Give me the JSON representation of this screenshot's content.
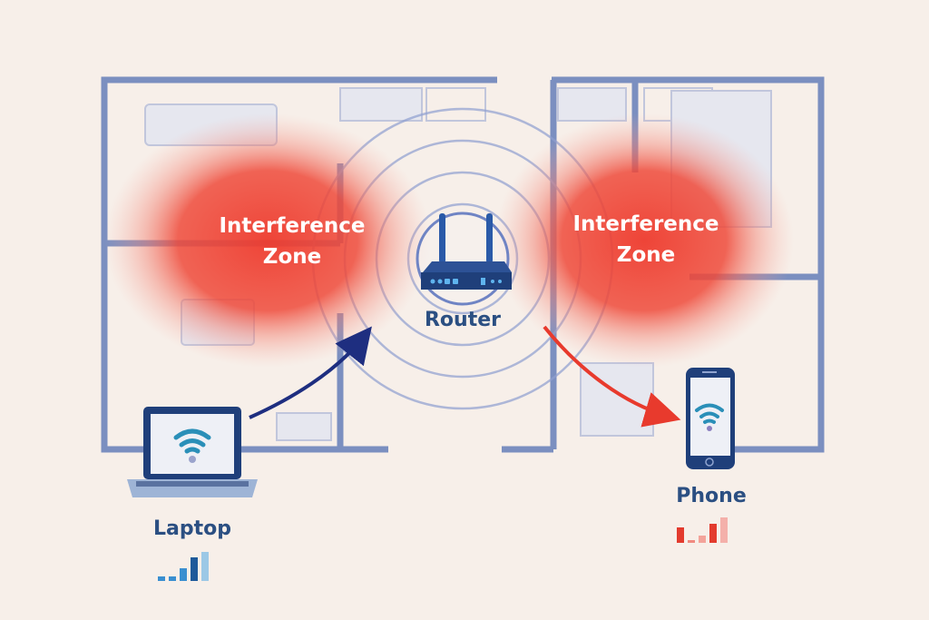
{
  "diagram": {
    "zones": [
      {
        "label_line1": "Interference",
        "label_line2": "Zone"
      },
      {
        "label_line1": "Interference",
        "label_line2": "Zone"
      }
    ],
    "router": {
      "label": "Router"
    },
    "laptop": {
      "label": "Laptop",
      "signal_bars": [
        0.15,
        0.15,
        0.45,
        0.8,
        1.0
      ]
    },
    "phone": {
      "label": "Phone",
      "signal_bars": [
        0.6,
        0.1,
        0.3,
        0.75,
        1.0
      ]
    }
  },
  "colors": {
    "background": "#f7efe9",
    "wall": "#7b8fc0",
    "interference": "#ee3b2e",
    "router_body": "#1f3f7a",
    "good_arrow": "#1e2e80",
    "bad_arrow": "#e83a2d",
    "wifi_icon": "#2a8fb8",
    "laptop_bar_colors": [
      "#3a8fd0",
      "#3a8fd0",
      "#3a8fd0",
      "#1e5a9a",
      "#9cc8e6"
    ],
    "phone_bar_colors": [
      "#e33b2e",
      "#f08a80",
      "#f3a39a",
      "#e33b2e",
      "#f4b0aa"
    ]
  }
}
